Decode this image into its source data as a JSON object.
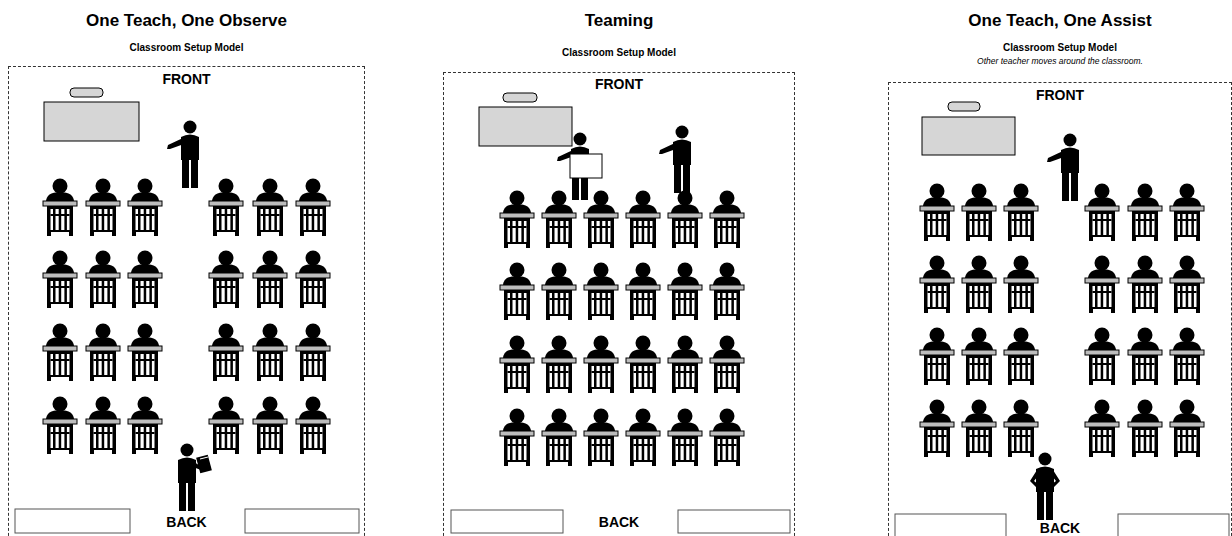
{
  "diagram": {
    "nodes": [
      {
        "text": [
          "One Teach, One Observe",
          "Classroom Setup Model",
          "FRONT",
          "BACK"
        ]
      },
      {
        "text": [
          "Teaming",
          "Classroom Setup Model",
          "FRONT",
          "BACK"
        ]
      },
      {
        "text": [
          "One Teach, One Assist",
          "Classroom Setup Model",
          "Other teacher moves around the classroom.",
          "FRONT",
          "BACK"
        ]
      }
    ]
  }
}
